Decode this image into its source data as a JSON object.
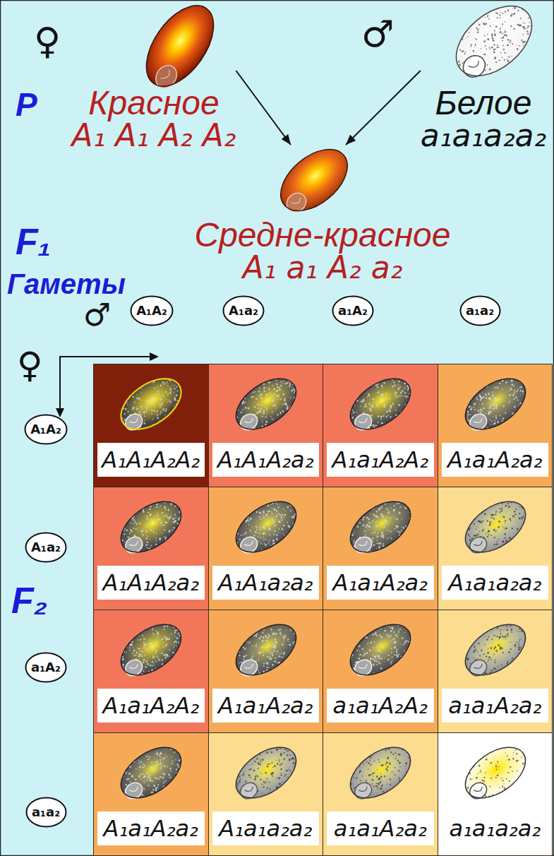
{
  "diagram": {
    "nodes": [
      {
        "text": [
          "Красное",
          "A₁ A₁ A₂ A₂"
        ]
      },
      {
        "text": [
          "Белое",
          "a₁a₁a₂a₂"
        ]
      },
      {
        "text": [
          "Средне-красное",
          "A₁ a₁ A₂ a₂"
        ]
      },
      {
        "text": [
          "A₁A₂"
        ]
      },
      {
        "text": [
          "A₁a₂"
        ]
      },
      {
        "text": [
          "a₁A₂"
        ]
      },
      {
        "text": [
          "a₁a₂"
        ]
      },
      {
        "text": [
          "A₁A₂"
        ]
      },
      {
        "text": [
          "A₁A₁A₂A₂"
        ]
      },
      {
        "text": [
          "A₁A₁A₂a₂"
        ]
      },
      {
        "text": [
          "A₁a₁A₂A₂"
        ]
      },
      {
        "text": [
          "A₁a₁A₂a₂"
        ]
      },
      {
        "text": [
          "A₁a₂"
        ]
      },
      {
        "text": [
          "A₁A₁A₂a₂"
        ]
      },
      {
        "text": [
          "A₁A₁a₂a₂"
        ]
      },
      {
        "text": [
          "A₁a₁A₂a₂"
        ]
      },
      {
        "text": [
          "A₁a₁a₂a₂"
        ]
      },
      {
        "text": [
          "a₁A₂"
        ]
      },
      {
        "text": [
          "A₁a₁A₂A₂"
        ]
      },
      {
        "text": [
          "A₁a₁A₂a₂"
        ]
      },
      {
        "text": [
          "a₁a₁A₂A₂"
        ]
      },
      {
        "text": [
          "a₁a₁A₂a₂"
        ]
      },
      {
        "text": [
          "a₁a₂"
        ]
      },
      {
        "text": [
          "A₁a₁A₂a₂"
        ]
      },
      {
        "text": [
          "A₁a₁a₂a₂"
        ]
      },
      {
        "text": [
          "a₁a₁A₂a₂"
        ]
      },
      {
        "text": [
          "a₁a₁a₂a₂"
        ]
      }
    ],
    "edges": [
      {
        "from": 0,
        "to": 2,
        "arrow": "to"
      },
      {
        "from": 1,
        "to": 2,
        "arrow": "to"
      }
    ],
    "labels": [
      "P",
      "♀",
      "♂",
      "F₁",
      "Гаметы",
      "♂",
      "♀",
      "F₂"
    ]
  }
}
